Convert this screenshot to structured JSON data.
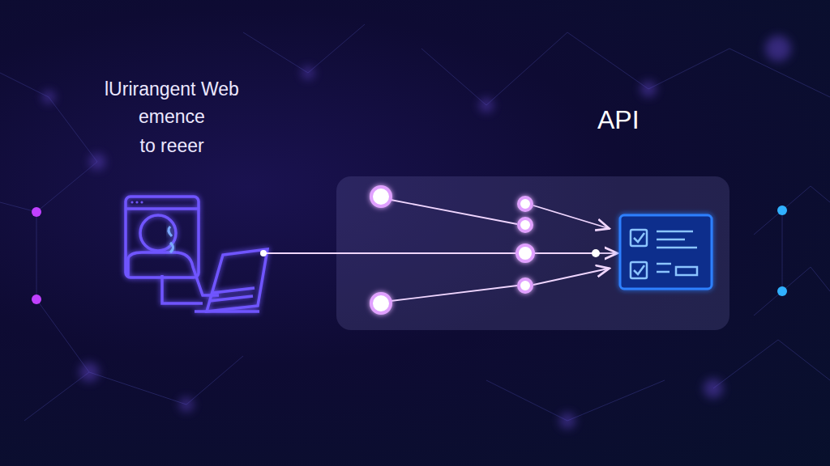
{
  "diagram": {
    "nodes": [
      {
        "text": [
          "API"
        ]
      }
    ],
    "labels": [
      "lUrirangent Web",
      "emence",
      "to reeer"
    ]
  }
}
